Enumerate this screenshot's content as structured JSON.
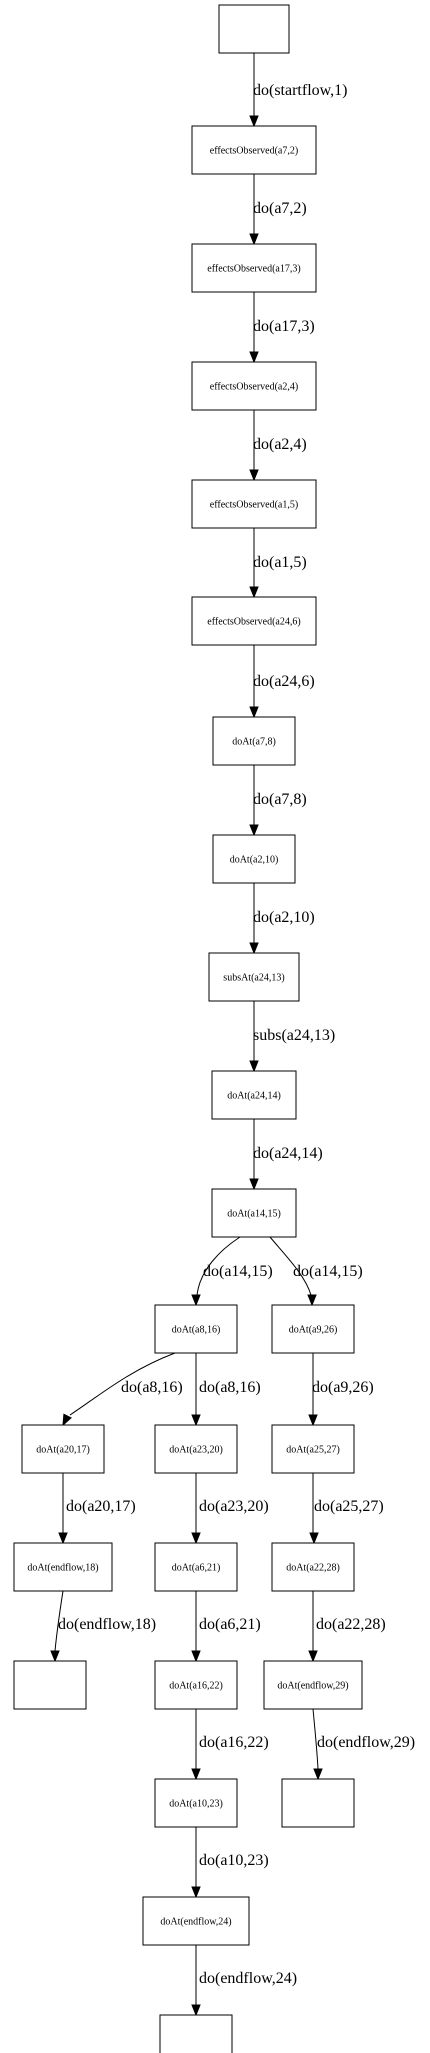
{
  "nodes": [
    {
      "id": "start",
      "label": ""
    },
    {
      "id": "n1",
      "label": "effectsObserved(a7,2)"
    },
    {
      "id": "n2",
      "label": "effectsObserved(a17,3)"
    },
    {
      "id": "n3",
      "label": "effectsObserved(a2,4)"
    },
    {
      "id": "n4",
      "label": "effectsObserved(a1,5)"
    },
    {
      "id": "n5",
      "label": "effectsObserved(a24,6)"
    },
    {
      "id": "n6",
      "label": "doAt(a7,8)"
    },
    {
      "id": "n7",
      "label": "doAt(a2,10)"
    },
    {
      "id": "n8",
      "label": "subsAt(a24,13)"
    },
    {
      "id": "n9",
      "label": "doAt(a24,14)"
    },
    {
      "id": "n10",
      "label": "doAt(a14,15)"
    },
    {
      "id": "n11",
      "label": "doAt(a8,16)"
    },
    {
      "id": "n12",
      "label": "doAt(a9,26)"
    },
    {
      "id": "n13",
      "label": "doAt(a20,17)"
    },
    {
      "id": "n14",
      "label": "doAt(a23,20)"
    },
    {
      "id": "n15",
      "label": "doAt(a25,27)"
    },
    {
      "id": "n16",
      "label": "doAt(endflow,18)"
    },
    {
      "id": "n17",
      "label": "doAt(a6,21)"
    },
    {
      "id": "n18",
      "label": "doAt(a22,28)"
    },
    {
      "id": "end1",
      "label": ""
    },
    {
      "id": "n19",
      "label": "doAt(a16,22)"
    },
    {
      "id": "n20",
      "label": "doAt(endflow,29)"
    },
    {
      "id": "n21",
      "label": "doAt(a10,23)"
    },
    {
      "id": "end2",
      "label": ""
    },
    {
      "id": "n22",
      "label": "doAt(endflow,24)"
    },
    {
      "id": "end3",
      "label": ""
    }
  ],
  "edges": [
    {
      "from": "start",
      "to": "n1",
      "label": "do(startflow,1)"
    },
    {
      "from": "n1",
      "to": "n2",
      "label": "do(a7,2)"
    },
    {
      "from": "n2",
      "to": "n3",
      "label": "do(a17,3)"
    },
    {
      "from": "n3",
      "to": "n4",
      "label": "do(a2,4)"
    },
    {
      "from": "n4",
      "to": "n5",
      "label": "do(a1,5)"
    },
    {
      "from": "n5",
      "to": "n6",
      "label": "do(a24,6)"
    },
    {
      "from": "n6",
      "to": "n7",
      "label": "do(a7,8)"
    },
    {
      "from": "n7",
      "to": "n8",
      "label": "do(a2,10)"
    },
    {
      "from": "n8",
      "to": "n9",
      "label": "subs(a24,13)"
    },
    {
      "from": "n9",
      "to": "n10",
      "label": "do(a24,14)"
    },
    {
      "from": "n10",
      "to": "n11",
      "label": "do(a14,15)"
    },
    {
      "from": "n10",
      "to": "n12",
      "label": "do(a14,15)"
    },
    {
      "from": "n11",
      "to": "n13",
      "label": "do(a8,16)"
    },
    {
      "from": "n11",
      "to": "n14",
      "label": "do(a8,16)"
    },
    {
      "from": "n12",
      "to": "n15",
      "label": "do(a9,26)"
    },
    {
      "from": "n13",
      "to": "n16",
      "label": "do(a20,17)"
    },
    {
      "from": "n14",
      "to": "n17",
      "label": "do(a23,20)"
    },
    {
      "from": "n15",
      "to": "n18",
      "label": "do(a25,27)"
    },
    {
      "from": "n16",
      "to": "end1",
      "label": "do(endflow,18)"
    },
    {
      "from": "n17",
      "to": "n19",
      "label": "do(a6,21)"
    },
    {
      "from": "n18",
      "to": "n20",
      "label": "do(a22,28)"
    },
    {
      "from": "n19",
      "to": "n21",
      "label": "do(a16,22)"
    },
    {
      "from": "n20",
      "to": "end2",
      "label": "do(endflow,29)"
    },
    {
      "from": "n21",
      "to": "n22",
      "label": "do(a10,23)"
    },
    {
      "from": "n22",
      "to": "end3",
      "label": "do(endflow,24)"
    }
  ]
}
